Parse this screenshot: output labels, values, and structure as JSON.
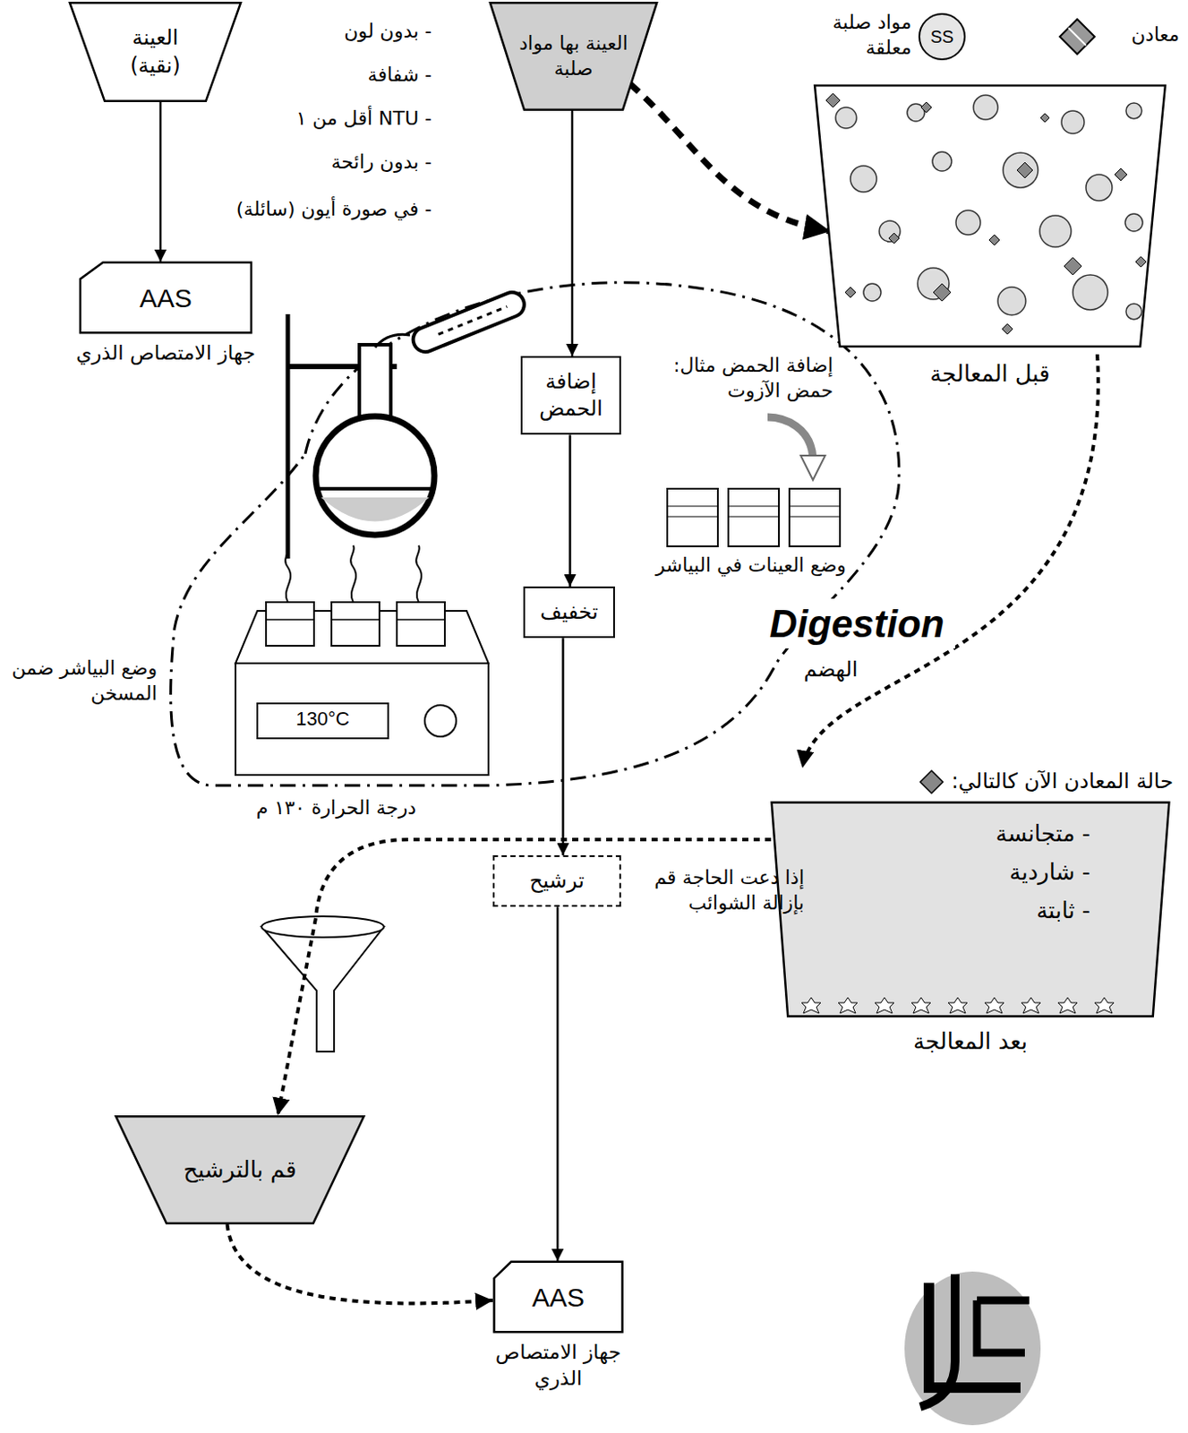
{
  "diagram": {
    "nodes": [
      {
        "text": [
          "العينة",
          "(نقية)"
        ]
      },
      {
        "text": [
          "AAS",
          "جهاز الامتصاص الذري"
        ]
      },
      {
        "text": [
          "العينة بها مواد صلبة"
        ]
      },
      {
        "text": [
          "إضافة الحمض"
        ]
      },
      {
        "text": [
          "تخفيف"
        ]
      },
      {
        "text": [
          "ترشيح"
        ]
      },
      {
        "text": [
          "AAS",
          "جهاز الامتصاص الذري"
        ]
      },
      {
        "text": [
          "قبل المعالجة"
        ]
      },
      {
        "text": [
          "حالة المعادن الآن كالتالي:",
          "- متجانسة",
          "- شاردية",
          "- ثابتة",
          "بعد المعالجة"
        ]
      },
      {
        "text": [
          "قم بالترشيح"
        ]
      }
    ],
    "edges": [
      {
        "from": 0,
        "to": 1,
        "arrow": "to"
      },
      {
        "from": 2,
        "to": 3,
        "arrow": "to"
      },
      {
        "from": 3,
        "to": 4,
        "arrow": "to"
      },
      {
        "from": 4,
        "to": 5,
        "arrow": "to"
      },
      {
        "from": 5,
        "to": 6,
        "arrow": "to"
      },
      {
        "from": 2,
        "to": 7,
        "arrow": "to"
      },
      {
        "from": 7,
        "to": 8,
        "arrow": "to"
      },
      {
        "from": 8,
        "to": 9,
        "arrow": "to"
      },
      {
        "from": 9,
        "to": 6,
        "arrow": "to"
      }
    ],
    "labels": [
      "- بدون لون",
      "- شفافة",
      "- NTU أقل من ١",
      "- بدون رائحة",
      "- في صورة أيون (سائلة)",
      "SS",
      "إضافة الحمض مثال: حمض الآزوت",
      "وضع العينات في البياشر",
      "Digestion",
      "الهضم",
      "وضع البياشر ضمن المسخن",
      "130°C",
      "درجة الحرارة ١٣٠ م",
      "إذا دعت الحاجة قم بإزالة الشوائب"
    ],
    "legend": [
      {
        "text": "مواد صلبة معلقة"
      },
      {
        "text": "معادن"
      }
    ]
  }
}
